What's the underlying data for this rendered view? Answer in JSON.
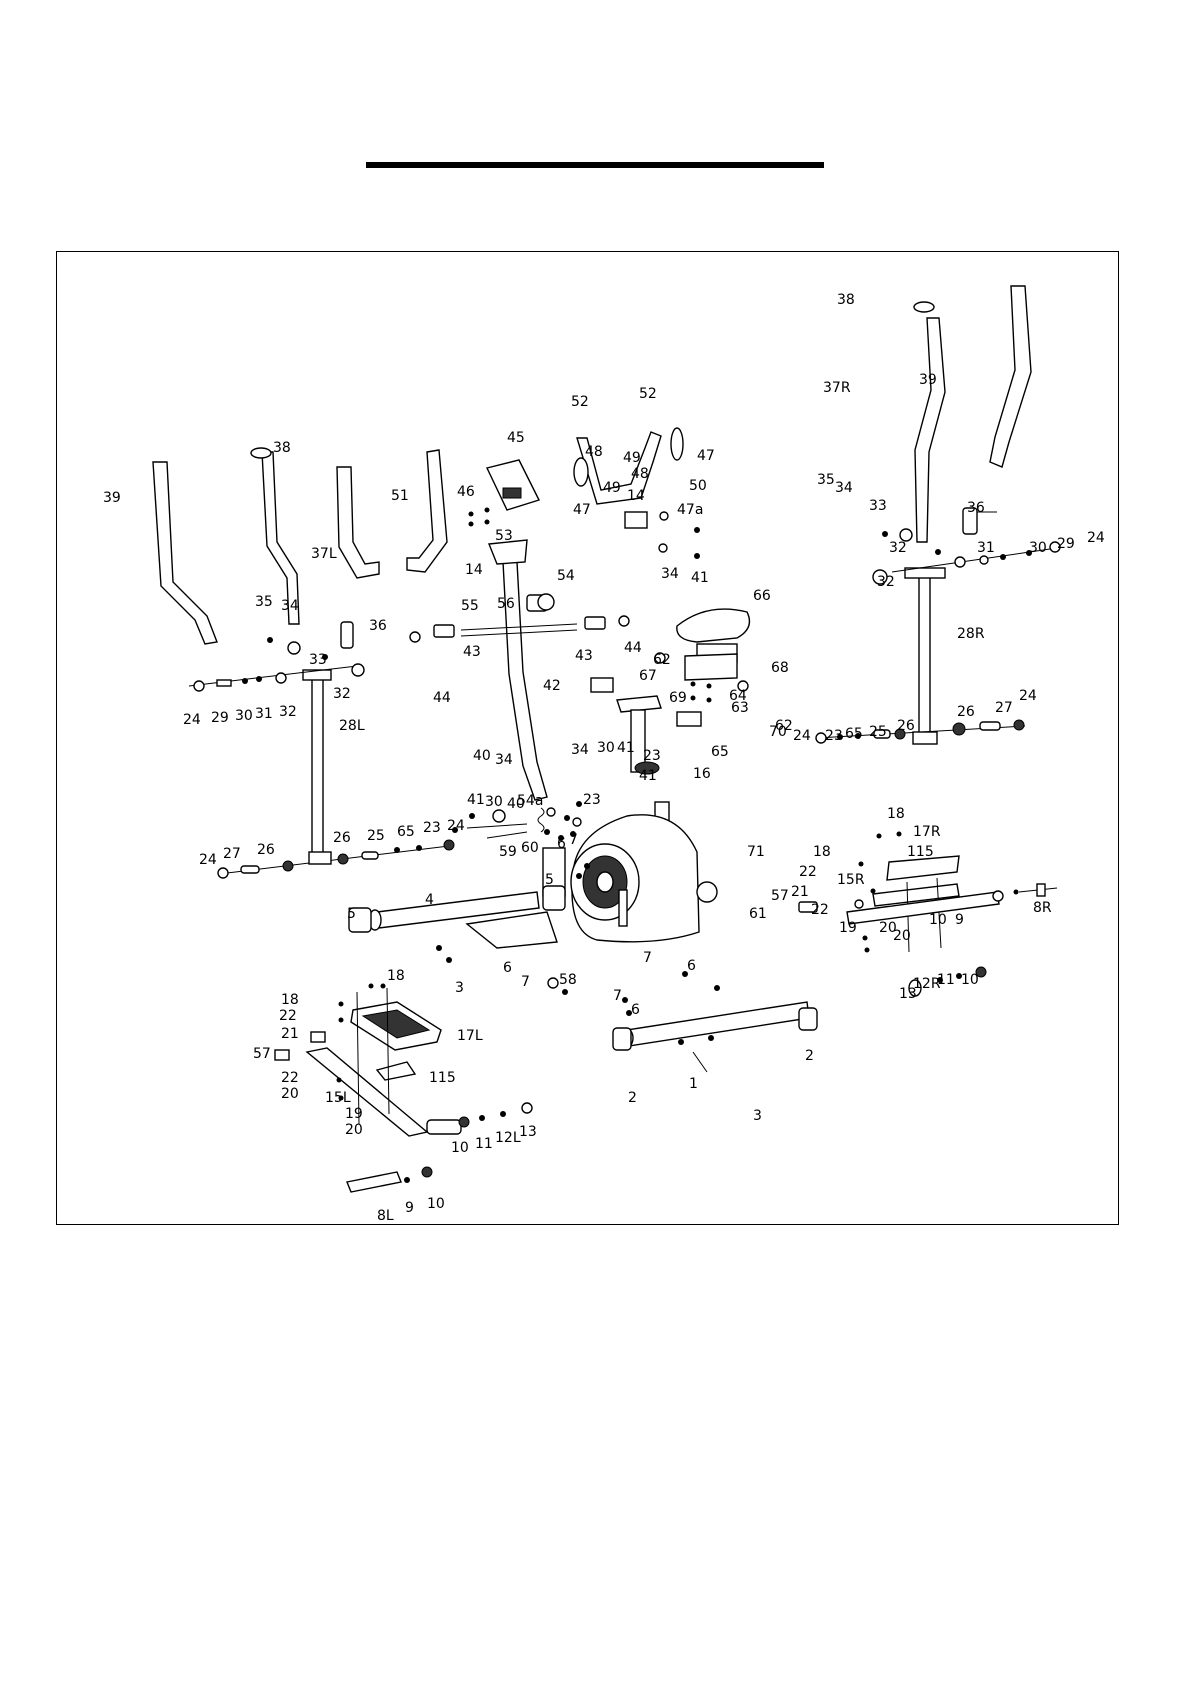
{
  "page": {
    "heading_rule": "",
    "colors": {
      "ink": "#000000",
      "paper": "#ffffff"
    }
  },
  "diagram": {
    "type": "exploded-parts-diagram",
    "labels": [
      "38",
      "39",
      "37R",
      "35",
      "34",
      "33",
      "36",
      "32",
      "31",
      "30",
      "29",
      "24",
      "28R",
      "32",
      "23",
      "65",
      "25",
      "26",
      "26",
      "27",
      "24",
      "24",
      "52",
      "52",
      "48",
      "49",
      "47",
      "48",
      "49",
      "50",
      "14",
      "47a",
      "47",
      "34",
      "41",
      "45",
      "46",
      "51",
      "39",
      "38",
      "37L",
      "53",
      "14",
      "54",
      "55",
      "56",
      "43",
      "44",
      "44",
      "43",
      "42",
      "35",
      "34",
      "33",
      "36",
      "32",
      "24",
      "29",
      "30",
      "31",
      "32",
      "28L",
      "66",
      "62",
      "68",
      "64",
      "63",
      "62",
      "67",
      "69",
      "70",
      "65",
      "16",
      "40",
      "34",
      "34",
      "30",
      "41",
      "23",
      "41",
      "23",
      "41",
      "30",
      "40",
      "54a",
      "24",
      "27",
      "26",
      "26",
      "25",
      "65",
      "23",
      "24",
      "60",
      "6",
      "7",
      "59",
      "5",
      "71",
      "57",
      "61",
      "18",
      "17R",
      "18",
      "115",
      "22",
      "15R",
      "21",
      "22",
      "19",
      "20",
      "20",
      "10",
      "9",
      "8R",
      "13",
      "12R",
      "11",
      "10",
      "5",
      "4",
      "3",
      "6",
      "7",
      "58",
      "7",
      "6",
      "7",
      "6",
      "18",
      "18",
      "22",
      "21",
      "17L",
      "57",
      "22",
      "20",
      "15L",
      "115",
      "19",
      "20",
      "10",
      "11",
      "12L",
      "13",
      "8L",
      "9",
      "10",
      "2",
      "2",
      "1",
      "3"
    ]
  }
}
